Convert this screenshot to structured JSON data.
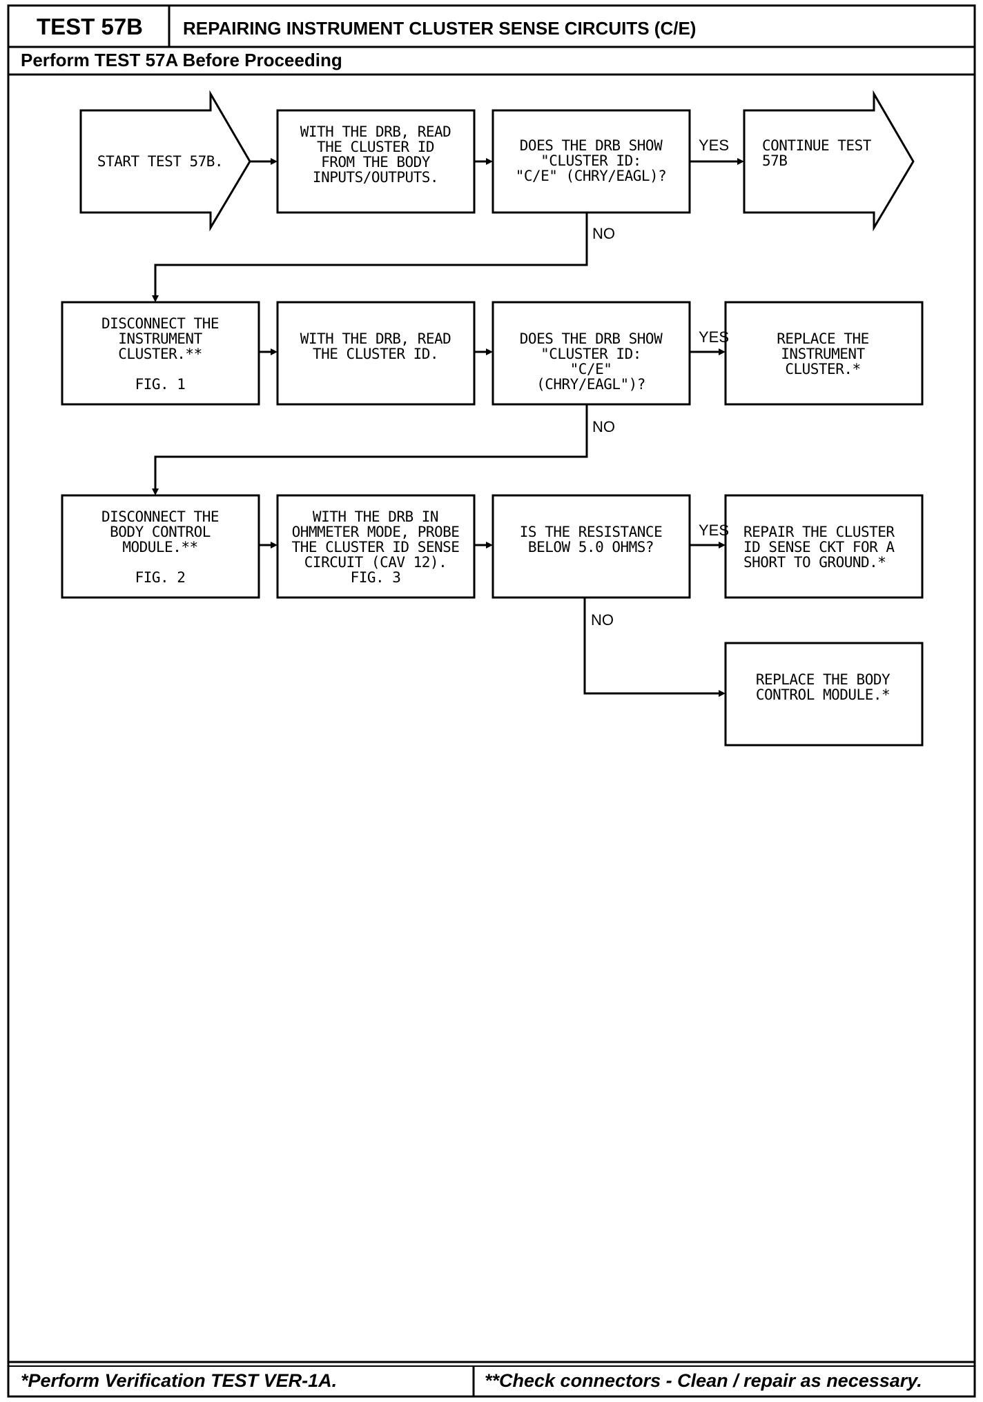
{
  "header": {
    "test_id": "TEST 57B",
    "title": "REPAIRING INSTRUMENT CLUSTER SENSE CIRCUITS (C/E)",
    "subtitle": "Perform TEST 57A Before Proceeding"
  },
  "flow": {
    "start": [
      "START TEST 57B."
    ],
    "read_cluster_id_body": [
      "WITH THE DRB, READ",
      "THE CLUSTER ID",
      "FROM THE BODY",
      "INPUTS/OUTPUTS."
    ],
    "q_cluster_id_1": [
      "DOES THE DRB SHOW",
      "\"CLUSTER ID:",
      "\"C/E\" (CHRY/EAGL)?"
    ],
    "continue": [
      "CONTINUE TEST",
      "57B"
    ],
    "disconnect_cluster": [
      "DISCONNECT THE",
      "INSTRUMENT",
      "CLUSTER.**",
      "",
      "FIG. 1"
    ],
    "read_cluster_id": [
      "WITH THE DRB, READ",
      "THE CLUSTER ID."
    ],
    "q_cluster_id_2": [
      "DOES THE DRB SHOW",
      "\"CLUSTER ID:",
      "\"C/E\"",
      "(CHRY/EAGL\")?"
    ],
    "replace_cluster": [
      "REPLACE THE",
      "INSTRUMENT",
      "CLUSTER.*"
    ],
    "disconnect_bcm": [
      "DISCONNECT THE",
      "BODY CONTROL",
      "MODULE.**",
      "",
      "FIG. 2"
    ],
    "probe_sense": [
      "WITH THE DRB IN",
      "OHMMETER MODE, PROBE",
      "THE CLUSTER ID SENSE",
      "CIRCUIT (CAV 12).",
      "FIG. 3"
    ],
    "q_resistance": [
      "IS THE RESISTANCE",
      "BELOW 5.0 OHMS?"
    ],
    "repair_short": [
      "REPAIR THE CLUSTER",
      "ID SENSE CKT FOR A",
      "SHORT TO GROUND.*"
    ],
    "replace_bcm": [
      "REPLACE THE BODY",
      "CONTROL MODULE.*"
    ]
  },
  "labels": {
    "yes": "YES",
    "no": "NO"
  },
  "footer": {
    "left": "*Perform Verification TEST VER-1A.",
    "right": "**Check connectors - Clean / repair as necessary."
  }
}
